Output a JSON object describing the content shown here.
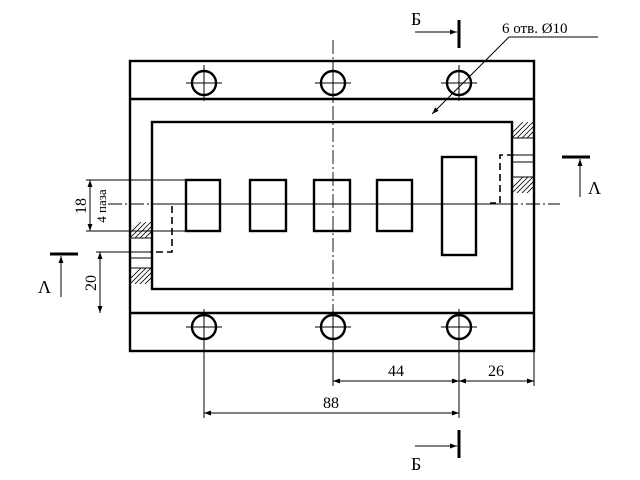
{
  "section_b": {
    "label": "Б"
  },
  "section_l": {
    "label": "Λ"
  },
  "holes_callout": "6 отв. Ø10",
  "dimensions": {
    "slot_width": "18",
    "slot_count": "4 паза",
    "edge_offset": "20",
    "hole_spacing": "44",
    "hole_edge": "26",
    "hole_span": "88"
  }
}
